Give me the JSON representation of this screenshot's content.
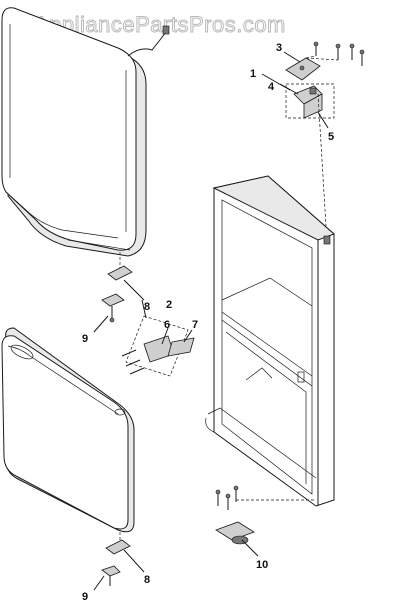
{
  "watermark": "AppliancePartsPros.com",
  "callouts": [
    {
      "id": "c1",
      "label": "1"
    },
    {
      "id": "c2",
      "label": "2"
    },
    {
      "id": "c3",
      "label": "3"
    },
    {
      "id": "c4",
      "label": "4"
    },
    {
      "id": "c5",
      "label": "5"
    },
    {
      "id": "c6",
      "label": "6"
    },
    {
      "id": "c7",
      "label": "7"
    },
    {
      "id": "c8a",
      "label": "8"
    },
    {
      "id": "c8b",
      "label": "8"
    },
    {
      "id": "c9a",
      "label": "9"
    },
    {
      "id": "c9b",
      "label": "9"
    },
    {
      "id": "c10",
      "label": "10"
    }
  ]
}
